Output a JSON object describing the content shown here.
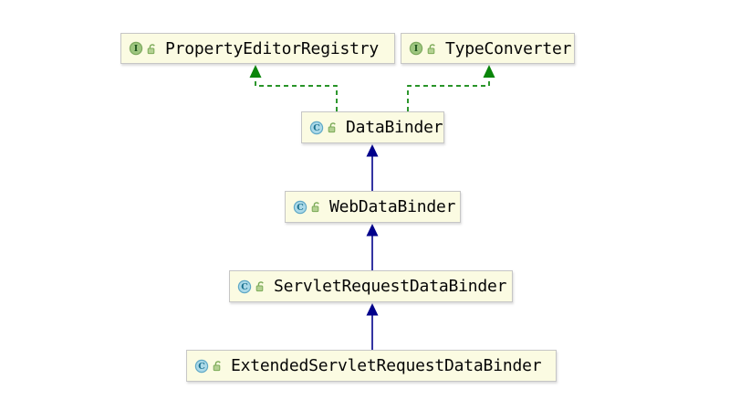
{
  "diagram": {
    "type": "uml-class-diagram",
    "nodes": [
      {
        "id": "PropertyEditorRegistry",
        "label": "PropertyEditorRegistry",
        "kind": "interface",
        "icons": [
          "interface-icon",
          "unlocked-lock-icon"
        ]
      },
      {
        "id": "TypeConverter",
        "label": "TypeConverter",
        "kind": "interface",
        "icons": [
          "interface-icon",
          "unlocked-lock-icon"
        ]
      },
      {
        "id": "DataBinder",
        "label": "DataBinder",
        "kind": "class",
        "icons": [
          "class-icon",
          "unlocked-lock-icon"
        ]
      },
      {
        "id": "WebDataBinder",
        "label": "WebDataBinder",
        "kind": "class",
        "icons": [
          "class-icon",
          "unlocked-lock-icon"
        ]
      },
      {
        "id": "ServletRequestDataBinder",
        "label": "ServletRequestDataBinder",
        "kind": "class",
        "icons": [
          "class-icon",
          "unlocked-lock-icon"
        ]
      },
      {
        "id": "ExtendedServletRequestDataBinder",
        "label": "ExtendedServletRequestDataBinder",
        "kind": "class",
        "icons": [
          "class-icon",
          "unlocked-lock-icon"
        ]
      }
    ],
    "edges": [
      {
        "from": "DataBinder",
        "to": "PropertyEditorRegistry",
        "relation": "implements",
        "line": "dashed"
      },
      {
        "from": "DataBinder",
        "to": "TypeConverter",
        "relation": "implements",
        "line": "dashed"
      },
      {
        "from": "WebDataBinder",
        "to": "DataBinder",
        "relation": "extends",
        "line": "solid"
      },
      {
        "from": "ServletRequestDataBinder",
        "to": "WebDataBinder",
        "relation": "extends",
        "line": "solid"
      },
      {
        "from": "ExtendedServletRequestDataBinder",
        "to": "ServletRequestDataBinder",
        "relation": "extends",
        "line": "solid"
      }
    ],
    "colors": {
      "background": "#ffffff",
      "node_fill": "#fbfbe2",
      "node_border": "#c6c6c6",
      "label_color": "#060606",
      "extends_arrow": "#00008b",
      "implements_arrow": "#0a850a",
      "interface_icon_fill": "#9ec67f",
      "interface_icon_ring": "#7da95e",
      "interface_icon_letter": "#1c521c",
      "class_icon_fill": "#abd9e8",
      "class_icon_ring": "#5fa8c6",
      "class_icon_letter": "#176e8c",
      "lock_icon_color": "#7caa58",
      "lock_icon_body": "#b4d192"
    }
  }
}
